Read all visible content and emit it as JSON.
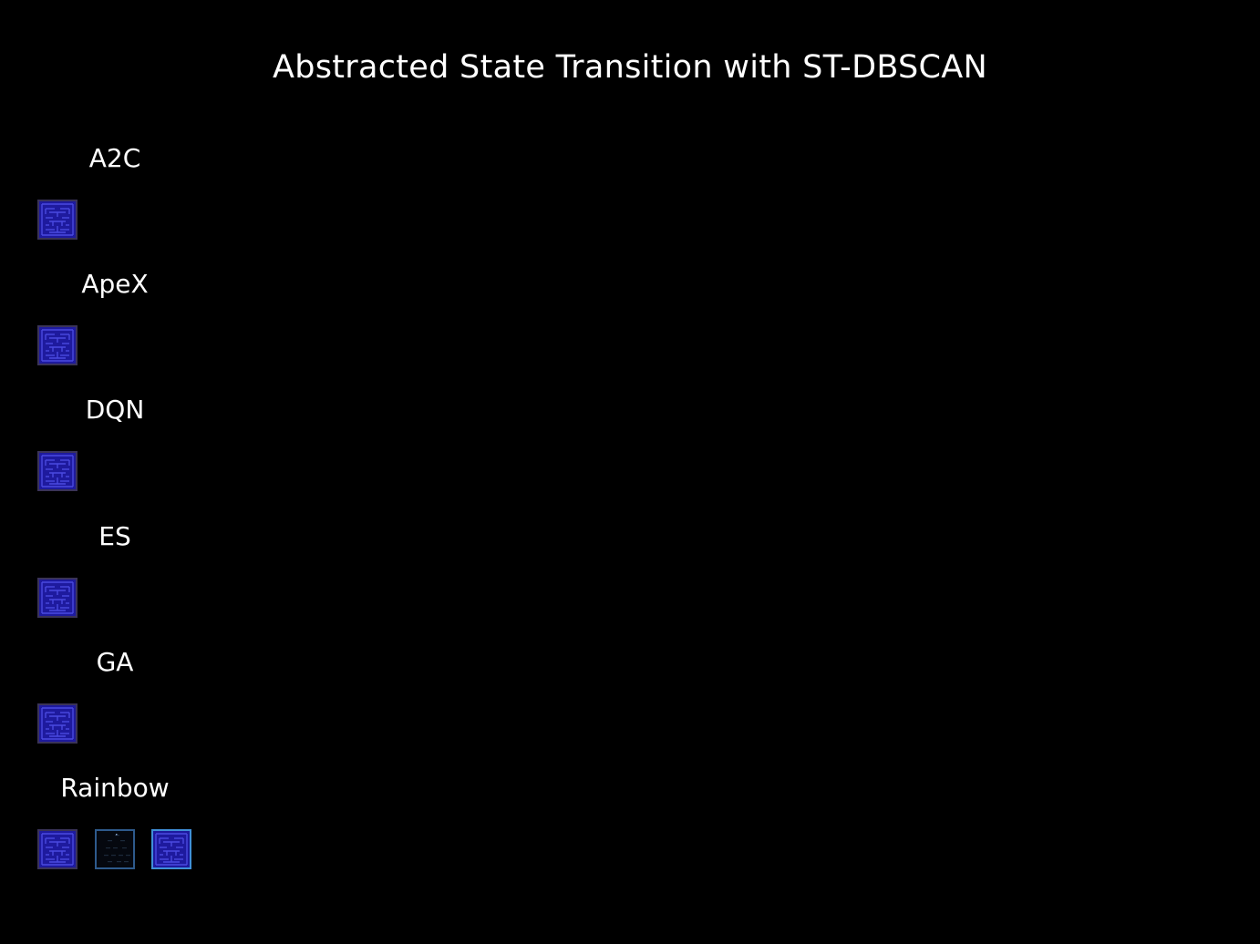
{
  "title": "Abstracted State Transition with ST-DBSCAN",
  "groups": [
    {
      "label": "A2C",
      "states": [
        {
          "style": "maze",
          "border": "#3a3358"
        }
      ]
    },
    {
      "label": "ApeX",
      "states": [
        {
          "style": "maze",
          "border": "#3a3358"
        }
      ]
    },
    {
      "label": "DQN",
      "states": [
        {
          "style": "maze",
          "border": "#3a3358"
        }
      ]
    },
    {
      "label": "ES",
      "states": [
        {
          "style": "maze",
          "border": "#3a3358"
        }
      ]
    },
    {
      "label": "GA",
      "states": [
        {
          "style": "maze",
          "border": "#3a3358"
        }
      ]
    },
    {
      "label": "Rainbow",
      "states": [
        {
          "style": "maze",
          "border": "#3a3358"
        },
        {
          "style": "dark",
          "border": "#2e5a8c"
        },
        {
          "style": "maze",
          "border": "#3f8fd8"
        }
      ]
    }
  ],
  "colors": {
    "background": "#000000",
    "text": "#ffffff",
    "maze_fill": "#1e1a9e",
    "maze_wall": "#4a4ae0",
    "dark_fill": "#05080f"
  }
}
